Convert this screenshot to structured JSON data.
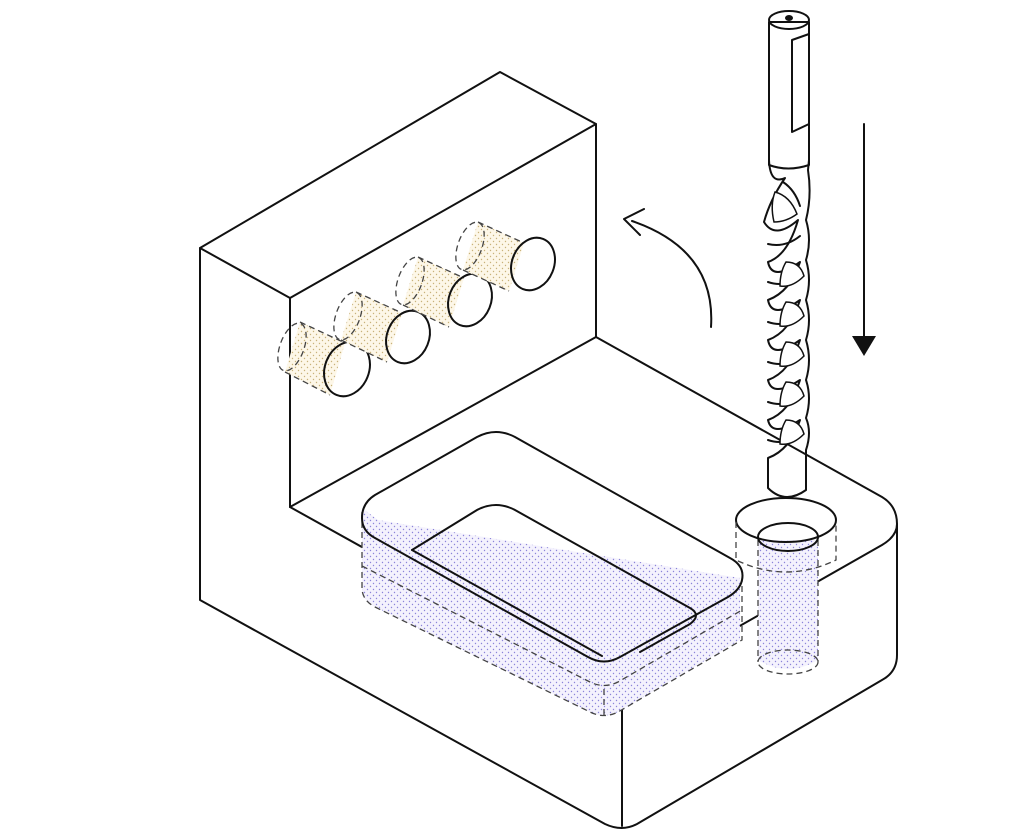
{
  "diagram": {
    "colors": {
      "background": "#ffffff",
      "outline": "#111111",
      "pocket_fill": "#e9e6fb",
      "pocket_dots": "#8b84d9",
      "hole_fill": "#fcf3dd",
      "hole_dots": "#c9b27a",
      "drill_dots": "#111111"
    },
    "parts": [
      "l-shaped-block",
      "rectangular-pocket",
      "drilled-hole",
      "row-of-four-side-holes",
      "twist-drill-bit",
      "downward-feed-arrow",
      "curved-rotation-arrow"
    ]
  }
}
